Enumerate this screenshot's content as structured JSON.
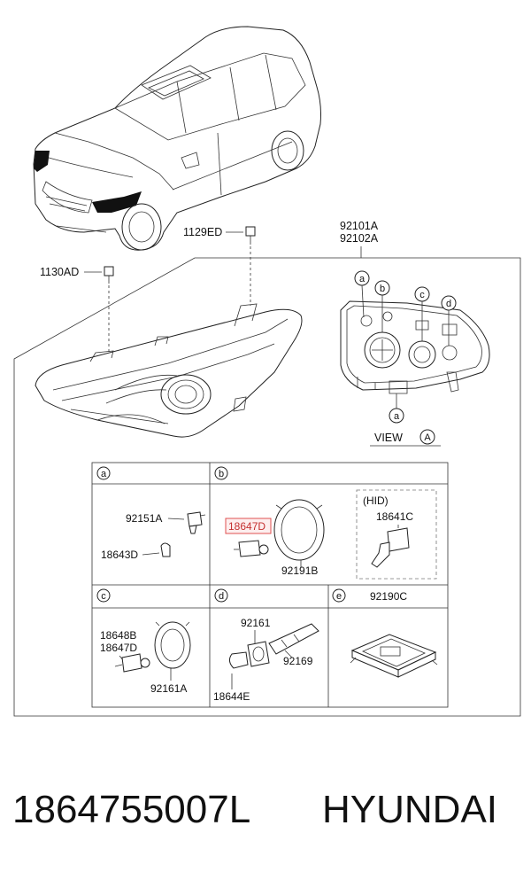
{
  "callouts": {
    "bolt_1129": "1129ED",
    "bolt_1130": "1130AD",
    "assy_1": "92101A",
    "assy_2": "92102A",
    "view_word": "VIEW",
    "view_letter": "A",
    "marker_a": "a",
    "marker_b": "b",
    "marker_c": "c",
    "marker_d": "d"
  },
  "table": {
    "cells": {
      "a": {
        "letter": "a",
        "parts": [
          "92151A",
          "18643D"
        ]
      },
      "b": {
        "letter": "b",
        "highlight": "18647D",
        "parts": [
          "92191B"
        ],
        "hid_label": "(HID)",
        "hid_part": "18641C"
      },
      "c": {
        "letter": "c",
        "parts": [
          "18648B",
          "18647D",
          "92161A"
        ]
      },
      "d": {
        "letter": "d",
        "parts": [
          "92161",
          "92169",
          "18644E"
        ]
      },
      "e": {
        "letter": "e",
        "title": "92190C"
      }
    },
    "highlight_color": "#e05050"
  },
  "footer": {
    "part_number": "1864755007L",
    "brand": "HYUNDAI"
  }
}
